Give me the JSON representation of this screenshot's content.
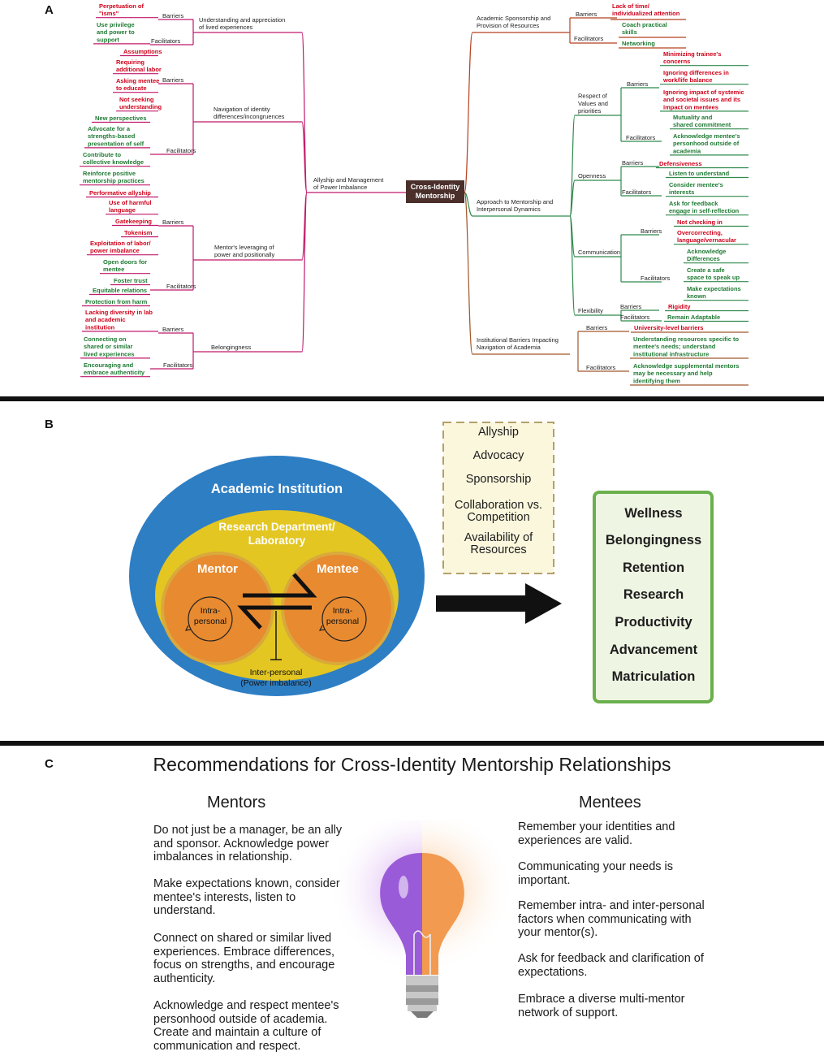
{
  "panels": {
    "a": "A",
    "b": "B",
    "c": "C"
  },
  "panel_a": {
    "center": {
      "line1": "Cross-Identity",
      "line2": "Mentorship"
    },
    "left": {
      "main_lines": [
        "Allyship and Management",
        "of Power Imbalance"
      ],
      "subthemes": [
        {
          "lines": [
            "Understanding and appreciation",
            "of lived experiences"
          ],
          "barriers_label": "Barriers",
          "barriers": [
            [
              "Perpetuation of",
              "\"isms\""
            ]
          ],
          "facilitators_label": "Facilitators",
          "facilitators": [
            [
              "Use privilege",
              "and power to",
              "support"
            ]
          ]
        },
        {
          "lines": [
            "Navigation of identity",
            "differences/incongruences"
          ],
          "barriers_label": "Barriers",
          "barriers": [
            [
              "Assumptions"
            ],
            [
              "Requiring",
              "additional labor"
            ],
            [
              "Asking mentee",
              "to educate"
            ],
            [
              "Not seeking",
              "understanding"
            ]
          ],
          "facilitators_label": "Facilitators",
          "facilitators": [
            [
              "New perspectives"
            ],
            [
              "Advocate for a",
              "strengths-based",
              "presentation of self"
            ],
            [
              "Contribute to",
              "collective knowledge"
            ],
            [
              "Reinforce positive",
              "mentorship practices"
            ]
          ]
        },
        {
          "lines": [
            "Mentor's leveraging of",
            "power and positionally"
          ],
          "barriers_label": "Barriers",
          "barriers": [
            [
              "Performative allyship"
            ],
            [
              "Use of harmful",
              "language"
            ],
            [
              "Gatekeeping"
            ],
            [
              "Tokenism"
            ],
            [
              "Exploitation of labor/",
              "power imbalance"
            ]
          ],
          "facilitators_label": "Facilitators",
          "facilitators": [
            [
              "Open doors for",
              "mentee"
            ],
            [
              "Foster trust"
            ],
            [
              "Equitable relations"
            ],
            [
              "Protection from harm"
            ]
          ]
        },
        {
          "lines": [
            "Belongingness"
          ],
          "barriers_label": "Barriers",
          "barriers": [
            [
              "Lacking diversity in lab",
              "and academic",
              "institution"
            ]
          ],
          "facilitators_label": "Facilitators",
          "facilitators": [
            [
              "Connecting on",
              "shared or similar",
              "lived experiences"
            ],
            [
              "Encouraging and",
              "embrace authenticity"
            ]
          ]
        }
      ]
    },
    "right": {
      "themes": [
        {
          "lines": [
            "Academic Sponsorship and",
            "Provision of Resources"
          ],
          "barriers_label": "Barriers",
          "barriers": [
            [
              "Lack of time/",
              "individualized attention"
            ]
          ],
          "facilitators_label": "Facilitators",
          "facilitators": [
            [
              "Coach practical",
              "skills"
            ],
            [
              "Networking"
            ]
          ]
        },
        {
          "lines": [
            "Approach to Mentorship and",
            "Interpersonal Dynamics"
          ],
          "subthemes": [
            {
              "lines": [
                "Respect of",
                "Values and",
                "priorities"
              ],
              "barriers_label": "Barriers",
              "barriers": [
                [
                  "Minimizing trainee's",
                  "concerns"
                ],
                [
                  "Ignoring differences in",
                  "work/life balance"
                ],
                [
                  "Ignoring impact of systemic",
                  "and societal issues and its",
                  "impact on mentees"
                ]
              ],
              "facilitators_label": "Facilitators",
              "facilitators": [
                [
                  "Mutuality and",
                  "shared commitment"
                ],
                [
                  "Acknowledge mentee's",
                  "personhood outside of",
                  "academia"
                ]
              ]
            },
            {
              "lines": [
                "Openness"
              ],
              "barriers_label": "Barriers",
              "barriers": [
                [
                  "Defensiveness"
                ]
              ],
              "facilitators_label": "Facilitators",
              "facilitators": [
                [
                  "Listen to understand"
                ],
                [
                  "Consider mentee's",
                  "interests"
                ],
                [
                  "Ask for feedback",
                  "engage in self-reflection"
                ]
              ]
            },
            {
              "lines": [
                "Communication"
              ],
              "barriers_label": "Barriers",
              "barriers": [
                [
                  "Not checking in"
                ],
                [
                  "Overcorrecting,",
                  "language/vernacular"
                ]
              ],
              "facilitators_label": "Facilitators",
              "facilitators": [
                [
                  "Acknowledge",
                  "Differences"
                ],
                [
                  "Create a safe",
                  "space to speak up"
                ],
                [
                  "Make expectations",
                  "known"
                ]
              ]
            },
            {
              "lines": [
                "Flexibility"
              ],
              "barriers_label": "Barriers",
              "barriers": [
                [
                  "Rigidity"
                ]
              ],
              "facilitators_label": "Facilitators",
              "facilitators": [
                [
                  "Remain Adaptable"
                ]
              ]
            }
          ]
        },
        {
          "lines": [
            "Institutional Barriers Impacting",
            "Navigation of Academia"
          ],
          "barriers_label": "Barriers",
          "barriers": [
            [
              "University-level barriers"
            ]
          ],
          "facilitators_label": "Facilitators",
          "facilitators": [
            [
              "Understanding resources specific to",
              "mentee's needs; understand",
              "institutional infrastructure"
            ],
            [
              "Acknowledge supplemental mentors",
              "may be necessary and help",
              "identifying them"
            ]
          ]
        }
      ]
    }
  },
  "panel_b": {
    "outer": "Academic Institution",
    "inner_lines": [
      "Research Department/",
      "Laboratory"
    ],
    "mentor": "Mentor",
    "mentee": "Mentee",
    "intra": [
      "Intra-",
      "personal"
    ],
    "inter": [
      "Inter-personal",
      "(Power imbalance)"
    ],
    "factors": [
      "Allyship",
      "Advocacy",
      "Sponsorship",
      "Collaboration vs.\nCompetition",
      "Availability of\nResources"
    ],
    "outcomes": [
      "Wellness",
      "Belongingness",
      "Retention",
      "Research",
      "Productivity",
      "Advancement",
      "Matriculation"
    ]
  },
  "panel_c": {
    "title": "Recommendations for Cross-Identity Mentorship Relationships",
    "mentors_heading": "Mentors",
    "mentees_heading": "Mentees",
    "mentors": [
      "Do not just be a manager, be an ally and sponsor. Acknowledge power imbalances in relationship.",
      "Make expectations known, consider mentee's interests, listen to understand.",
      "Connect on shared or similar lived experiences. Embrace differences, focus on strengths, and encourage authenticity.",
      "Acknowledge and respect mentee's personhood outside of academia. Create and maintain a culture of communication and respect."
    ],
    "mentees": [
      "Remember your identities and experiences are valid.",
      "Communicating your needs is important.",
      "Remember intra- and inter-personal factors when communicating with your mentor(s).",
      "Ask for feedback and clarification of expectations.",
      "Embrace a diverse multi-mentor network of support."
    ]
  },
  "colors": {
    "left_branch": "#c0196b",
    "right_theme1": "#b5421f",
    "right_theme2": "#2f8a4c",
    "right_theme3": "#a0572a",
    "barrier_text": "#d0001a",
    "facilitator_text": "#1f7a33",
    "center_box": "#4a2f2b",
    "institution_blue": "#2e7ec4",
    "department_yellow": "#e3c622",
    "person_orange": "#e88a30",
    "outcome_green": "#6ab04c",
    "bulb_purple": "#9a5bd8",
    "bulb_orange": "#f29a50"
  },
  "icons": [
    "lightbulb-icon",
    "right-arrow-icon",
    "exchange-arrows-icon"
  ]
}
